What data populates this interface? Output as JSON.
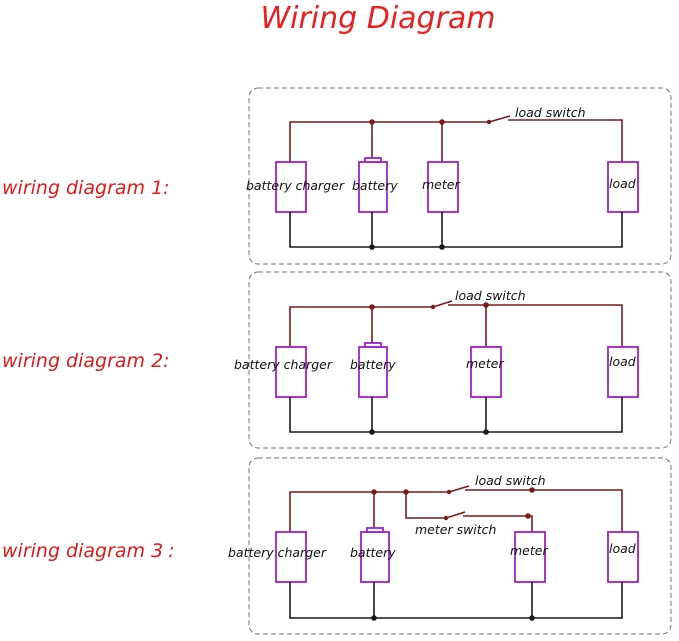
{
  "title": "Wiring Diagram",
  "colors": {
    "title": "#e8201f",
    "row_label": "#e0191b",
    "wire": "#7a1a1a",
    "ground_wire": "#1a1a1a",
    "component_outline": "#a020c8",
    "panel_border": "#777777"
  },
  "diagrams": [
    {
      "label": "wiring diagram 1:",
      "components": [
        "battery charger",
        "battery",
        "meter",
        "load"
      ],
      "switches": [
        "load switch"
      ]
    },
    {
      "label": "wiring diagram 2:",
      "components": [
        "battery charger",
        "battery",
        "meter",
        "load"
      ],
      "switches": [
        "load switch"
      ]
    },
    {
      "label": "wiring diagram 3",
      "label_suffix": ":",
      "components": [
        "battery charger",
        "battery",
        "meter",
        "load"
      ],
      "switches": [
        "load switch",
        "meter switch"
      ]
    }
  ]
}
